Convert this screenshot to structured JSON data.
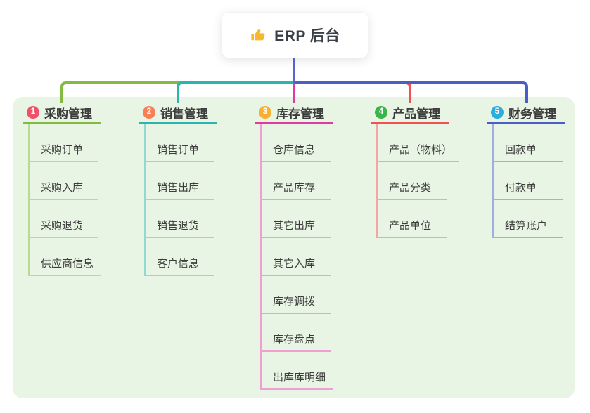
{
  "root": {
    "label": "ERP 后台",
    "icon": "thumbs-up-icon",
    "icon_color": "#f5b82e"
  },
  "panel": {
    "background": "#e9f5e4"
  },
  "connector": {
    "stem_color": "#5d63cd"
  },
  "text_color": "#3c3c3c",
  "branches": [
    {
      "number": "1",
      "label": "采购管理",
      "badge_color": "#ee5168",
      "line_color": "#85ba41",
      "child_line_color": "#b9db90",
      "children": [
        "采购订单",
        "采购入库",
        "采购退货",
        "供应商信息"
      ]
    },
    {
      "number": "2",
      "label": "销售管理",
      "badge_color": "#f87e53",
      "line_color": "#2ab6ac",
      "child_line_color": "#8fdad2",
      "children": [
        "销售订单",
        "销售出库",
        "销售退货",
        "客户信息"
      ]
    },
    {
      "number": "3",
      "label": "库存管理",
      "badge_color": "#f9b032",
      "line_color": "#dd3b9d",
      "child_line_color": "#f19fd2",
      "children": [
        "仓库信息",
        "产品库存",
        "其它出库",
        "其它入库",
        "库存调拨",
        "库存盘点",
        "出库库明细"
      ]
    },
    {
      "number": "4",
      "label": "产品管理",
      "badge_color": "#3bb44a",
      "line_color": "#f05253",
      "child_line_color": "#f6a5a5",
      "children": [
        "产品（物料）",
        "产品分类",
        "产品单位"
      ]
    },
    {
      "number": "5",
      "label": "财务管理",
      "badge_color": "#2aaede",
      "line_color": "#4a5ec6",
      "child_line_color": "#9fafe0",
      "children": [
        "回款单",
        "付款单",
        "结算账户"
      ]
    }
  ]
}
